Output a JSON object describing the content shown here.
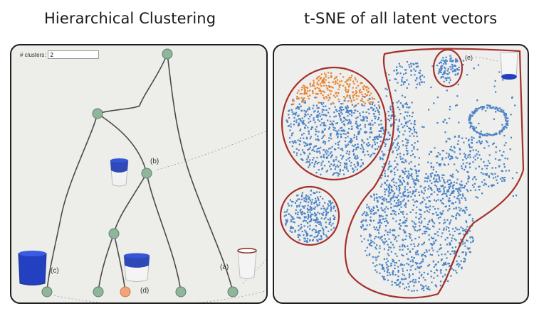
{
  "headings": {
    "left": "Hierarchical Clustering",
    "right": "t-SNE of all latent vectors"
  },
  "controls": {
    "clusters_label": "# clusters:",
    "clusters_value": "2"
  },
  "node_labels": {
    "a": "(a)",
    "b": "(b)",
    "c": "(c)",
    "d": "(d)",
    "e": "(e)"
  },
  "colors": {
    "node": "#8fb59a",
    "node_highlight": "#f2a37a",
    "points_blue": "#4a83c6",
    "points_orange": "#e9832e",
    "cluster_outline": "#a4302b",
    "panel_border": "#1e1e1e"
  }
}
